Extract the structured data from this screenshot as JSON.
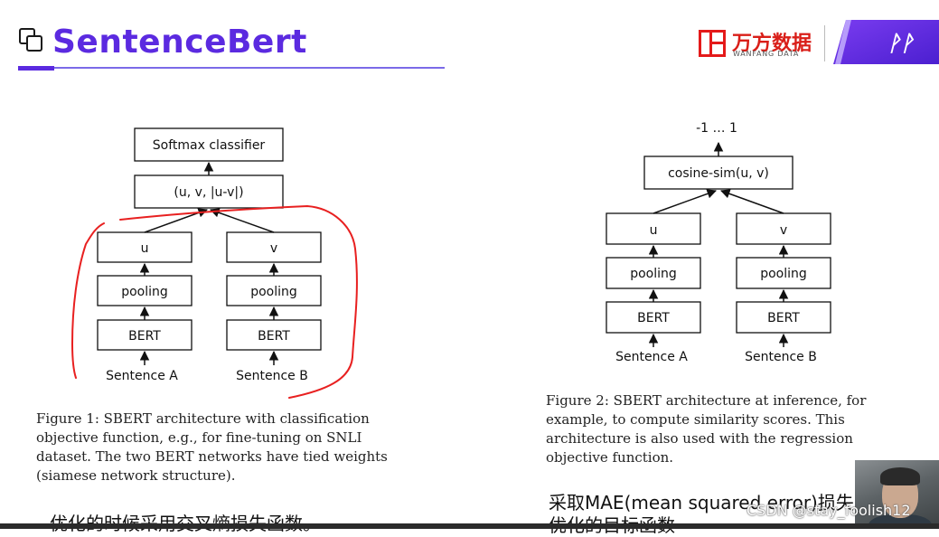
{
  "header": {
    "title": "SentenceBert",
    "logo_cn": "万方数据",
    "logo_en": "WANFANG DATA"
  },
  "figure1": {
    "top_box": "Softmax classifier",
    "concat_box": "(u, v, |u-v|)",
    "left_output": "u",
    "right_output": "v",
    "pooling_label": "pooling",
    "bert_label": "BERT",
    "left_input": "Sentence A",
    "right_input": "Sentence B",
    "caption": "Figure 1: SBERT architecture with classification objective function, e.g., for fine-tuning on SNLI dataset. The two BERT networks have tied weights (siamese network structure)."
  },
  "figure2": {
    "range_label": "-1 … 1",
    "cosine_box": "cosine-sim(u, v)",
    "left_output": "u",
    "right_output": "v",
    "pooling_label": "pooling",
    "bert_label": "BERT",
    "left_input": "Sentence A",
    "right_input": "Sentence B",
    "caption": "Figure 2: SBERT architecture at inference, for example, to compute similarity scores. This architecture is also used with the regression objective function."
  },
  "notes": {
    "left": "优化的时候采用交叉熵损失函数。",
    "right_line1": "采取MAE(mean squared error)损失",
    "right_line2": "优化的目标函数"
  },
  "watermark": "CSDN @stay_foolish12",
  "colors": {
    "title": "#5b2ae0",
    "logo_red": "#e41a1a",
    "annotation_red": "#e82020"
  }
}
